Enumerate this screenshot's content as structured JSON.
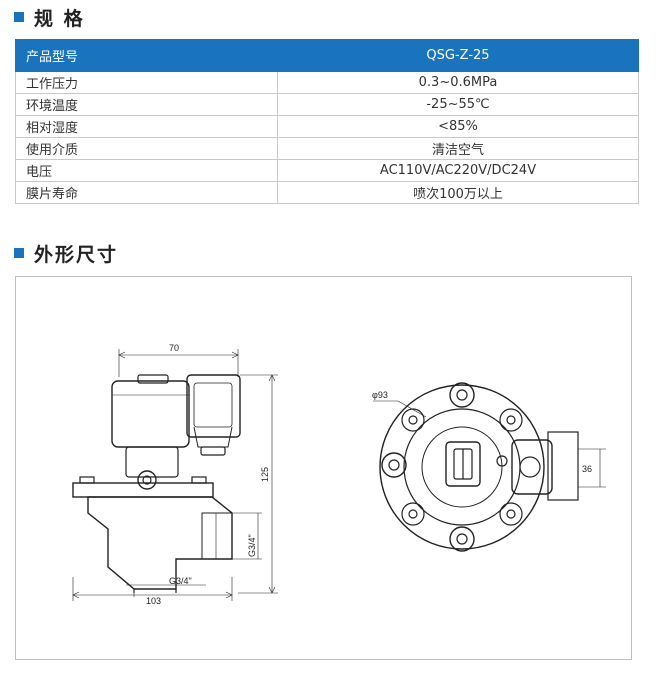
{
  "sections": {
    "spec_title": "规 格",
    "dims_title": "外形尺寸"
  },
  "spec": {
    "header": {
      "key": "产品型号",
      "value": "QSG-Z-25"
    },
    "rows": [
      {
        "key": "工作压力",
        "value": "0.3~0.6MPa"
      },
      {
        "key": "环境温度",
        "value": "-25~55℃"
      },
      {
        "key": "相对湿度",
        "value": "<85%"
      },
      {
        "key": "使用介质",
        "value": "清洁空气"
      },
      {
        "key": "电压",
        "value": "AC110V/AC220V/DC24V"
      },
      {
        "key": "膜片寿命",
        "value": "喷次100万以上"
      }
    ]
  },
  "drawing": {
    "dim_width": "70",
    "dim_height": "125",
    "dim_bottom": "103",
    "port_side": "G3/4\"",
    "port_bottom": "G3/4\"",
    "dim_diameter": "φ93",
    "dim_coil": "36"
  },
  "colors": {
    "accent": "#1a74bd",
    "border": "#c9c9c9"
  }
}
